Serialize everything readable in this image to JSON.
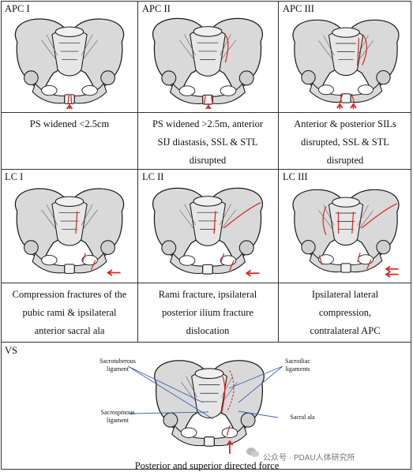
{
  "panels": [
    {
      "id": "apc1",
      "label": "APC I",
      "caption": [
        "PS widened <2.5cm"
      ]
    },
    {
      "id": "apc2",
      "label": "APC II",
      "caption": [
        "PS widened >2.5m, anterior",
        "SIJ diastasis, SSL & STL",
        "disrupted"
      ]
    },
    {
      "id": "apc3",
      "label": "APC III",
      "caption": [
        "Anterior & posterior SILs",
        "disrupted, SSL & STL",
        "disrupted"
      ]
    },
    {
      "id": "lc1",
      "label": "LC I",
      "caption": [
        "Compression fractures of the",
        "pubic rami & ipsilateral",
        "anterior sacral ala"
      ]
    },
    {
      "id": "lc2",
      "label": "LC II",
      "caption": [
        "Rami fracture, ipsilateral",
        "posterior ilium fracture",
        "dislocation"
      ]
    },
    {
      "id": "lc3",
      "label": "LC III",
      "caption": [
        "Ipsilateral lateral",
        "compression,",
        "contralateral APC"
      ]
    }
  ],
  "vs": {
    "label": "VS",
    "caption": "Posterior and superior directed force",
    "annotations": {
      "sacrotuberous": [
        "Sacrotuberous",
        "ligament"
      ],
      "sacroiliac": [
        "Sacroiliac",
        "ligaments"
      ],
      "sacrospinous": [
        "Sacrospinous",
        "ligament"
      ],
      "sacral_ala": [
        "Sacral ala"
      ]
    }
  },
  "watermark": "公众号 · PDAU人体研究所",
  "colors": {
    "injury": "#e0241f",
    "bone": "#d9d9d9",
    "outline": "#1a1a1a",
    "leader": "#3a63b8"
  }
}
